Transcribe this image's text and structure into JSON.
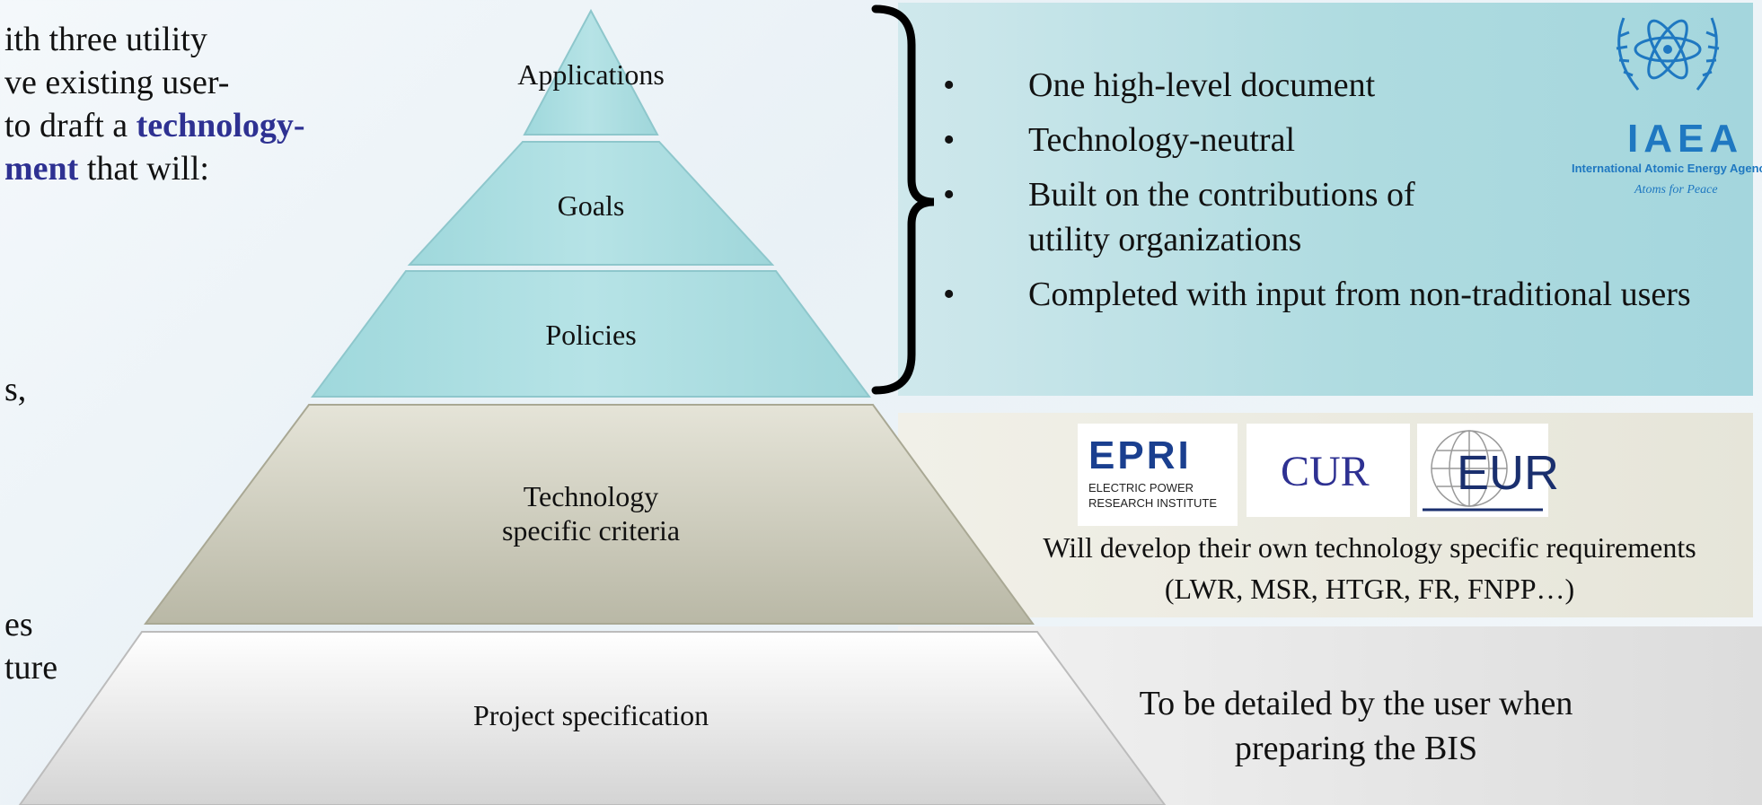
{
  "left_text": {
    "line1": "ith three utility",
    "line2": "ve existing user-",
    "line3_prefix": "to draft a ",
    "line3_accent": "technology-",
    "line4_accent": "ment",
    "line4_suffix": " that will:",
    "line5": "s,",
    "line6": "es",
    "line7": "ture"
  },
  "pyramid": {
    "tiers": [
      {
        "label": "Applications"
      },
      {
        "label": "Goals"
      },
      {
        "label": "Policies"
      },
      {
        "label": "Technology\nspecific criteria"
      },
      {
        "label": "Project specification"
      }
    ]
  },
  "top_panel": {
    "bullet_symbol": "•",
    "bullets": [
      "One high-level document",
      "Technology-neutral",
      "Built on the contributions of utility organizations",
      "Completed with input from non-traditional users"
    ]
  },
  "iaea_logo": {
    "acronym": "IAEA",
    "name": "International Atomic Energy Agency",
    "motto": "Atoms for Peace"
  },
  "mid_panel": {
    "logos": {
      "epri_mark": "EPRI",
      "epri_line1": "ELECTRIC POWER",
      "epri_line2": "RESEARCH INSTITUTE",
      "cur": "CUR",
      "eur": "EUR"
    },
    "text_line1": "Will develop their own technology specific requirements",
    "text_line2": "(LWR, MSR, HTGR, FR, FNPP…)"
  },
  "bottom_panel": {
    "text_line1": "To be detailed by the user when",
    "text_line2": "preparing the BIS"
  },
  "colors": {
    "accent": "#2e3192",
    "tier_top": "#a6dde1",
    "tier_mid": "#c9c8b8",
    "tier_bottom": "#eeeeee",
    "iaea_blue": "#1f78c1",
    "epri_blue": "#1a3f8f"
  }
}
